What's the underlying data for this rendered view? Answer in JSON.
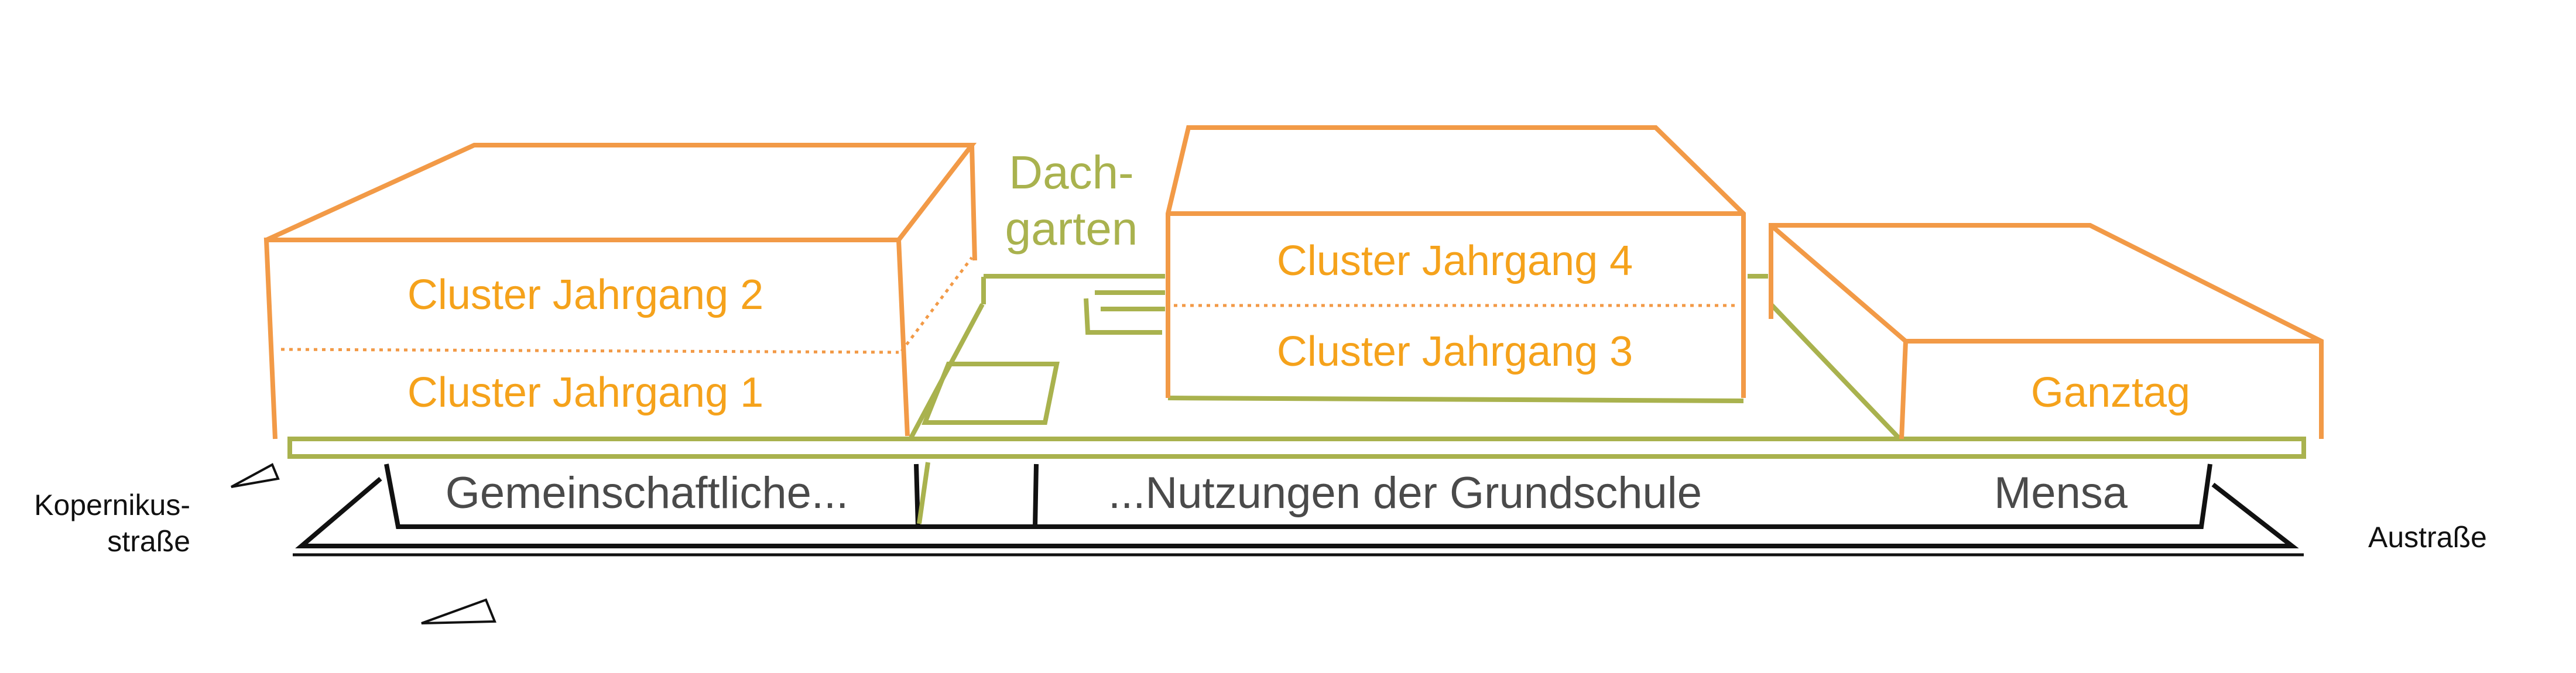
{
  "colors": {
    "orange": "#f5a21b",
    "orange_line": "#f29a47",
    "green": "#a9b24e",
    "gray_text": "#4a4a4a",
    "black": "#111111"
  },
  "labels": {
    "cluster_2": "Cluster Jahrgang 2",
    "cluster_1": "Cluster Jahrgang 1",
    "cluster_4": "Cluster Jahrgang 4",
    "cluster_3": "Cluster Jahrgang 3",
    "ganztag": "Ganztag",
    "dachgarten_1": "Dach-",
    "dachgarten_2": "garten",
    "gemeinschaftliche": "Gemeinschaftliche...",
    "nutzungen": "...Nutzungen der Grundschule",
    "mensa": "Mensa",
    "street_left_1": "Kopernikus-",
    "street_left_2": "straße",
    "street_right": "Austraße"
  }
}
